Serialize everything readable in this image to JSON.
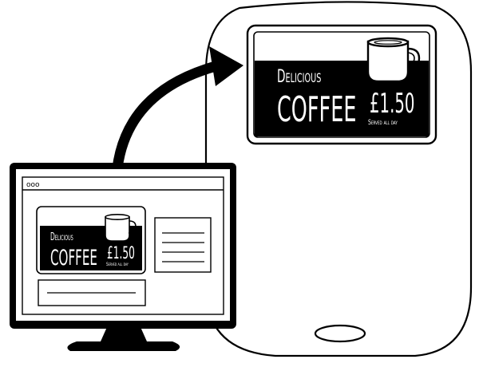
{
  "browser_dots": "ooo",
  "sign": {
    "line1": "Delicious",
    "line2": "COFFEE",
    "price": "£1.50",
    "subtext": "Served all day"
  },
  "colors": {
    "ink": "#000000",
    "paper": "#ffffff"
  },
  "icons": [
    "coffee-mug-icon",
    "curved-arrow-icon",
    "monitor-icon",
    "phone-device-icon",
    "browser-window-icon"
  ]
}
